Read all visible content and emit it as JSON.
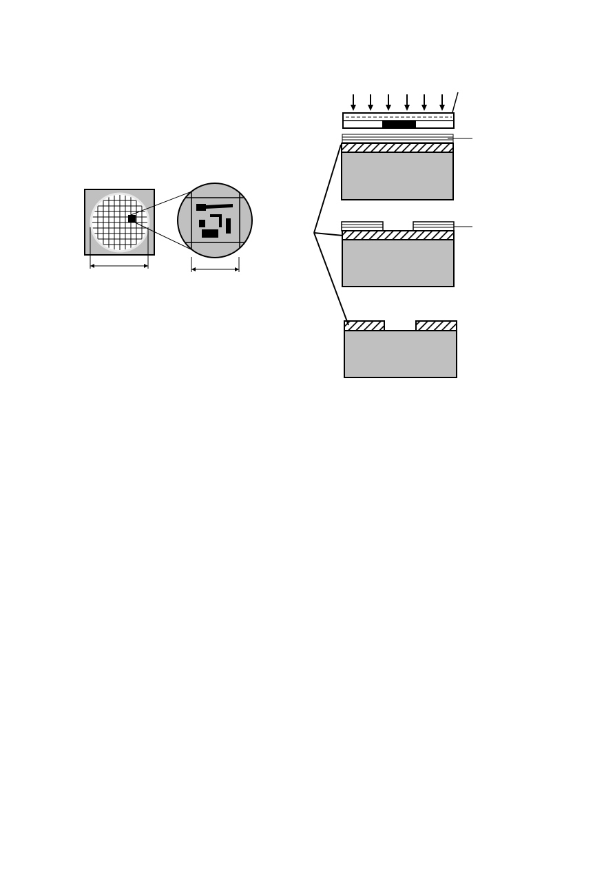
{
  "colors": {
    "background": "#ffffff",
    "substrate_gray": "#c0c0c0",
    "ink": "#000000",
    "wafer_light": "#e8e8e8"
  },
  "figure": {
    "wafer_view": {
      "grid_columns": 9,
      "grid_rows": 9,
      "dimension_arrow": "wafer-width-arrow"
    },
    "magnified_die": {
      "dimension_arrow": "die-width-arrow"
    },
    "process_steps": {
      "exposure_arrow_count": 6,
      "steps": [
        "exposure",
        "develop",
        "etch"
      ]
    }
  }
}
